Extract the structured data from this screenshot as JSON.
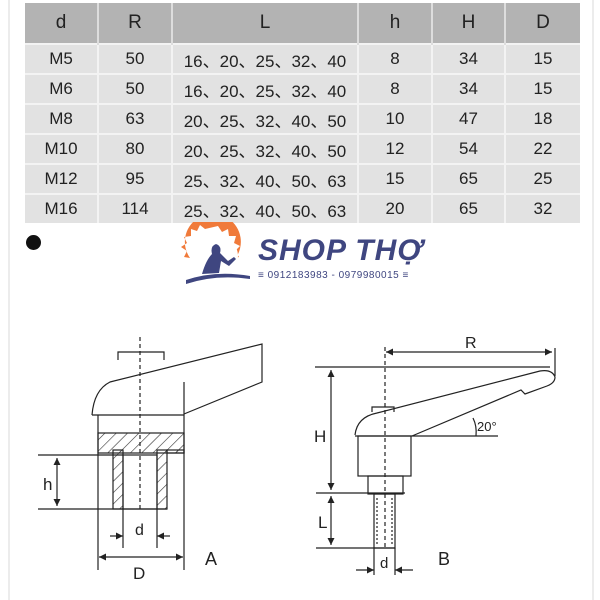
{
  "table": {
    "headers": [
      "d",
      "R",
      "L",
      "h",
      "H",
      "D"
    ],
    "rows": [
      [
        "M5",
        "50",
        "16、20、25、32、40",
        "8",
        "34",
        "15"
      ],
      [
        "M6",
        "50",
        "16、20、25、32、40",
        "8",
        "34",
        "15"
      ],
      [
        "M8",
        "63",
        "20、25、32、40、50",
        "10",
        "47",
        "18"
      ],
      [
        "M10",
        "80",
        "20、25、32、40、50",
        "12",
        "54",
        "22"
      ],
      [
        "M12",
        "95",
        "25、32、40、50、63",
        "15",
        "65",
        "25"
      ],
      [
        "M16",
        "114",
        "25、32、40、50、63",
        "20",
        "65",
        "32"
      ]
    ]
  },
  "logo": {
    "brand": "SHOP THỢ",
    "phones": "≡ 0912183983 - 0979980015 ≡",
    "colors": {
      "text": "#3f4680",
      "saw": "#f07a3a"
    }
  },
  "drawing_a": {
    "h": "h",
    "d": "d",
    "D": "D",
    "label": "A"
  },
  "drawing_b": {
    "R": "R",
    "H": "H",
    "angle": "20°",
    "L": "L",
    "d": "d",
    "label": "B"
  }
}
